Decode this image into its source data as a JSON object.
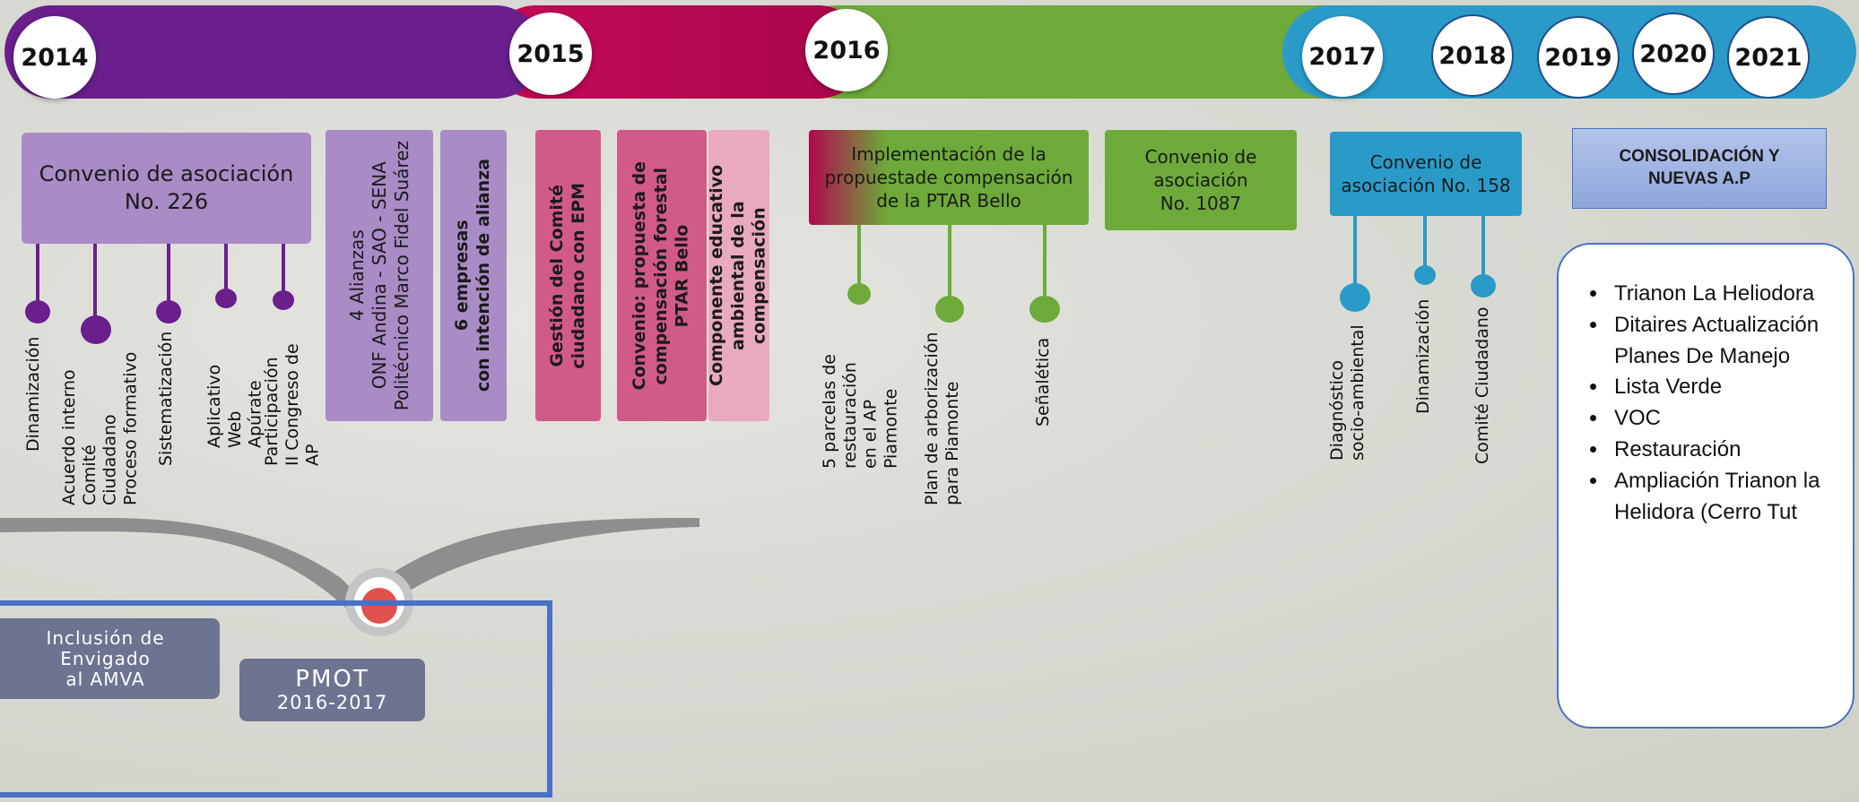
{
  "years": [
    "2014",
    "2015",
    "2016",
    "2017",
    "2018",
    "2019",
    "2020",
    "2021"
  ],
  "colors": {
    "purple": "#6a1f8c",
    "magenta": "#b0084f",
    "green": "#6daa3a",
    "cyan": "#2a9bc9",
    "lavender": "#a98bc6",
    "pink": "#d25a88",
    "blue_frame": "#4a72c4"
  },
  "y2014": {
    "box_title": "Convenio de asociación\nNo. 226",
    "labels": [
      "Dinamización",
      "Acuerdo interno\nComité Ciudadano\nProceso formativo",
      "Sistematización",
      "Aplicativo Web\nApúrate",
      "Participación\nII Congreso de AP"
    ],
    "alianzas": "4 Alianzas\nONF Andina - SAO - SENA\nPolitécnico Marco Fidel Suárez",
    "empresas": "6 empresas\ncon intención de alianza"
  },
  "y2015": {
    "comite": "Gestión del Comité\nciudadano con EPM",
    "convenio": "Convenio: propuesta de\ncompensación forestal\nPTAR Bello",
    "educativo": "Componente educativo\nambiental de la compensación"
  },
  "y2016": {
    "box_title": "Implementación de la\npropuestade compensación\nde la PTAR Bello",
    "labels": [
      "5 parcelas de\nrestauración\nen el AP Piamonte",
      "Plan de arborización\npara Piamonte",
      "Señalética"
    ],
    "convenio": "Convenio de\nasociación\nNo. 1087"
  },
  "y2017": {
    "box_title": "Convenio de\nasociación No. 158",
    "labels": [
      "Diagnóstico\nsocio-ambiental",
      "Dinamización",
      "Comité Ciudadano"
    ]
  },
  "consolidacion": {
    "title": "CONSOLIDACIÓN Y\nNUEVAS A.P",
    "items": [
      "Trianon La Heliodora",
      "Ditaires Actualización Planes De Manejo",
      "Lista Verde",
      "VOC",
      "Restauración",
      "Ampliación Trianon la Helidora  (Cerro Tut"
    ]
  },
  "bottom": {
    "inclusion": "Inclusión de\nEnvigado\nal AMVA",
    "pmot_title": "PMOT",
    "pmot_years": "2016-2017"
  }
}
